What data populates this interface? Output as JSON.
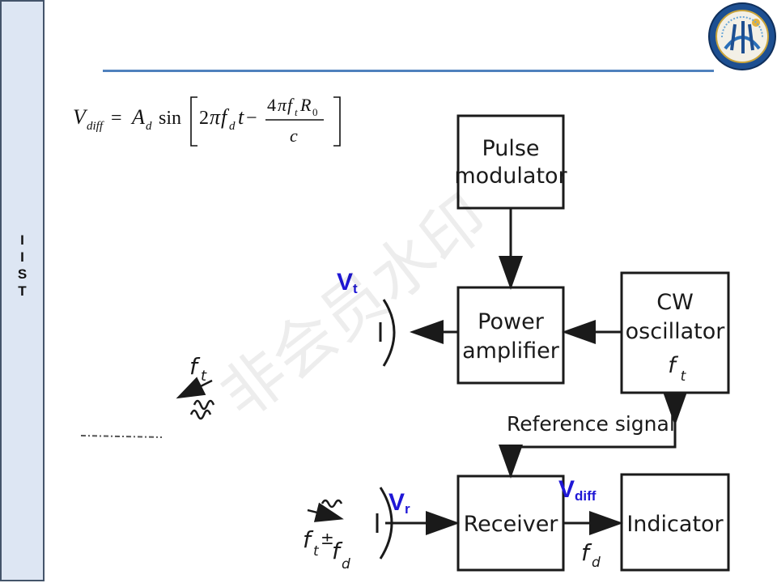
{
  "sidebar": {
    "letters": [
      "I",
      "I",
      "S",
      "T"
    ]
  },
  "formula": {
    "lhs_main": "V",
    "lhs_sub": "diff",
    "eq": "=",
    "amp_main": "A",
    "amp_sub": "d",
    "func": "sin",
    "arg_two": "2",
    "pi": "π",
    "f": "f",
    "fd_sub": "d",
    "t": "t",
    "minus": "−",
    "num_four": "4",
    "num_pi": "π",
    "num_f": "f",
    "num_ft_sub": "t",
    "num_R": "R",
    "num_R_sub": "0",
    "den": "c"
  },
  "diagram": {
    "blocks": {
      "pulse_modulator": [
        "Pulse",
        "modulator"
      ],
      "power_amplifier": [
        "Power",
        "amplifier"
      ],
      "cw_oscillator": [
        "CW",
        "oscillator",
        "f",
        "t"
      ],
      "receiver": [
        "Receiver"
      ],
      "indicator": [
        "Indicator"
      ]
    },
    "labels": {
      "reference_signal": "Reference signal",
      "tx_freq_main": "f",
      "tx_freq_sub": "t",
      "rx_freq_f1": "f",
      "rx_freq_t": "t",
      "rx_freq_pm": "±",
      "rx_freq_f2": "f",
      "rx_freq_d": "d",
      "fd_main": "f",
      "fd_sub": "d"
    },
    "annotations": {
      "vt_main": "V",
      "vt_sub": "t",
      "vr_main": "V",
      "vr_sub": "r",
      "vdiff_main": "V",
      "vdiff_sub": "diff"
    },
    "colors": {
      "annotation": "#1f17d6",
      "rule": "#4f81bd",
      "sidebar_bg": "#dde6f3"
    }
  },
  "watermark": "非会员水印"
}
